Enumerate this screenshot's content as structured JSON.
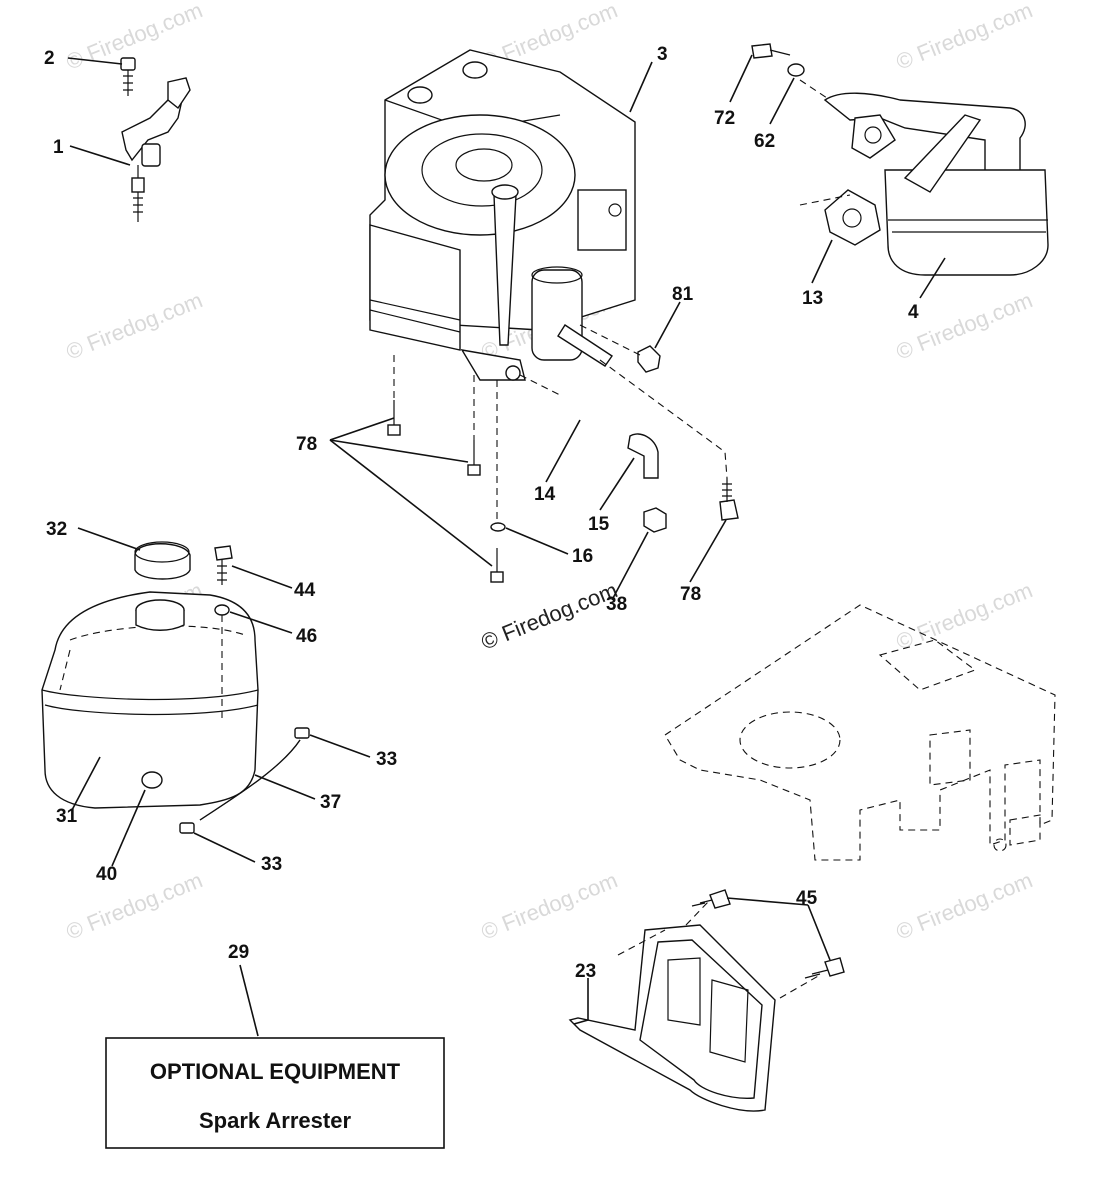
{
  "watermark": {
    "text": "© Firedog.com",
    "main_text": "© Firedog.com"
  },
  "callouts": {
    "c1": "1",
    "c2": "2",
    "c3": "3",
    "c4": "4",
    "c13": "13",
    "c62": "62",
    "c72": "72",
    "c81": "81",
    "c78a": "78",
    "c78b": "78",
    "c14": "14",
    "c15": "15",
    "c16": "16",
    "c38": "38",
    "c32": "32",
    "c44": "44",
    "c46": "46",
    "c31": "31",
    "c33a": "33",
    "c33b": "33",
    "c37": "37",
    "c40": "40",
    "c29": "29",
    "c45": "45",
    "c23": "23"
  },
  "optional_box": {
    "title": "OPTIONAL EQUIPMENT",
    "subtitle": "Spark Arrester"
  }
}
